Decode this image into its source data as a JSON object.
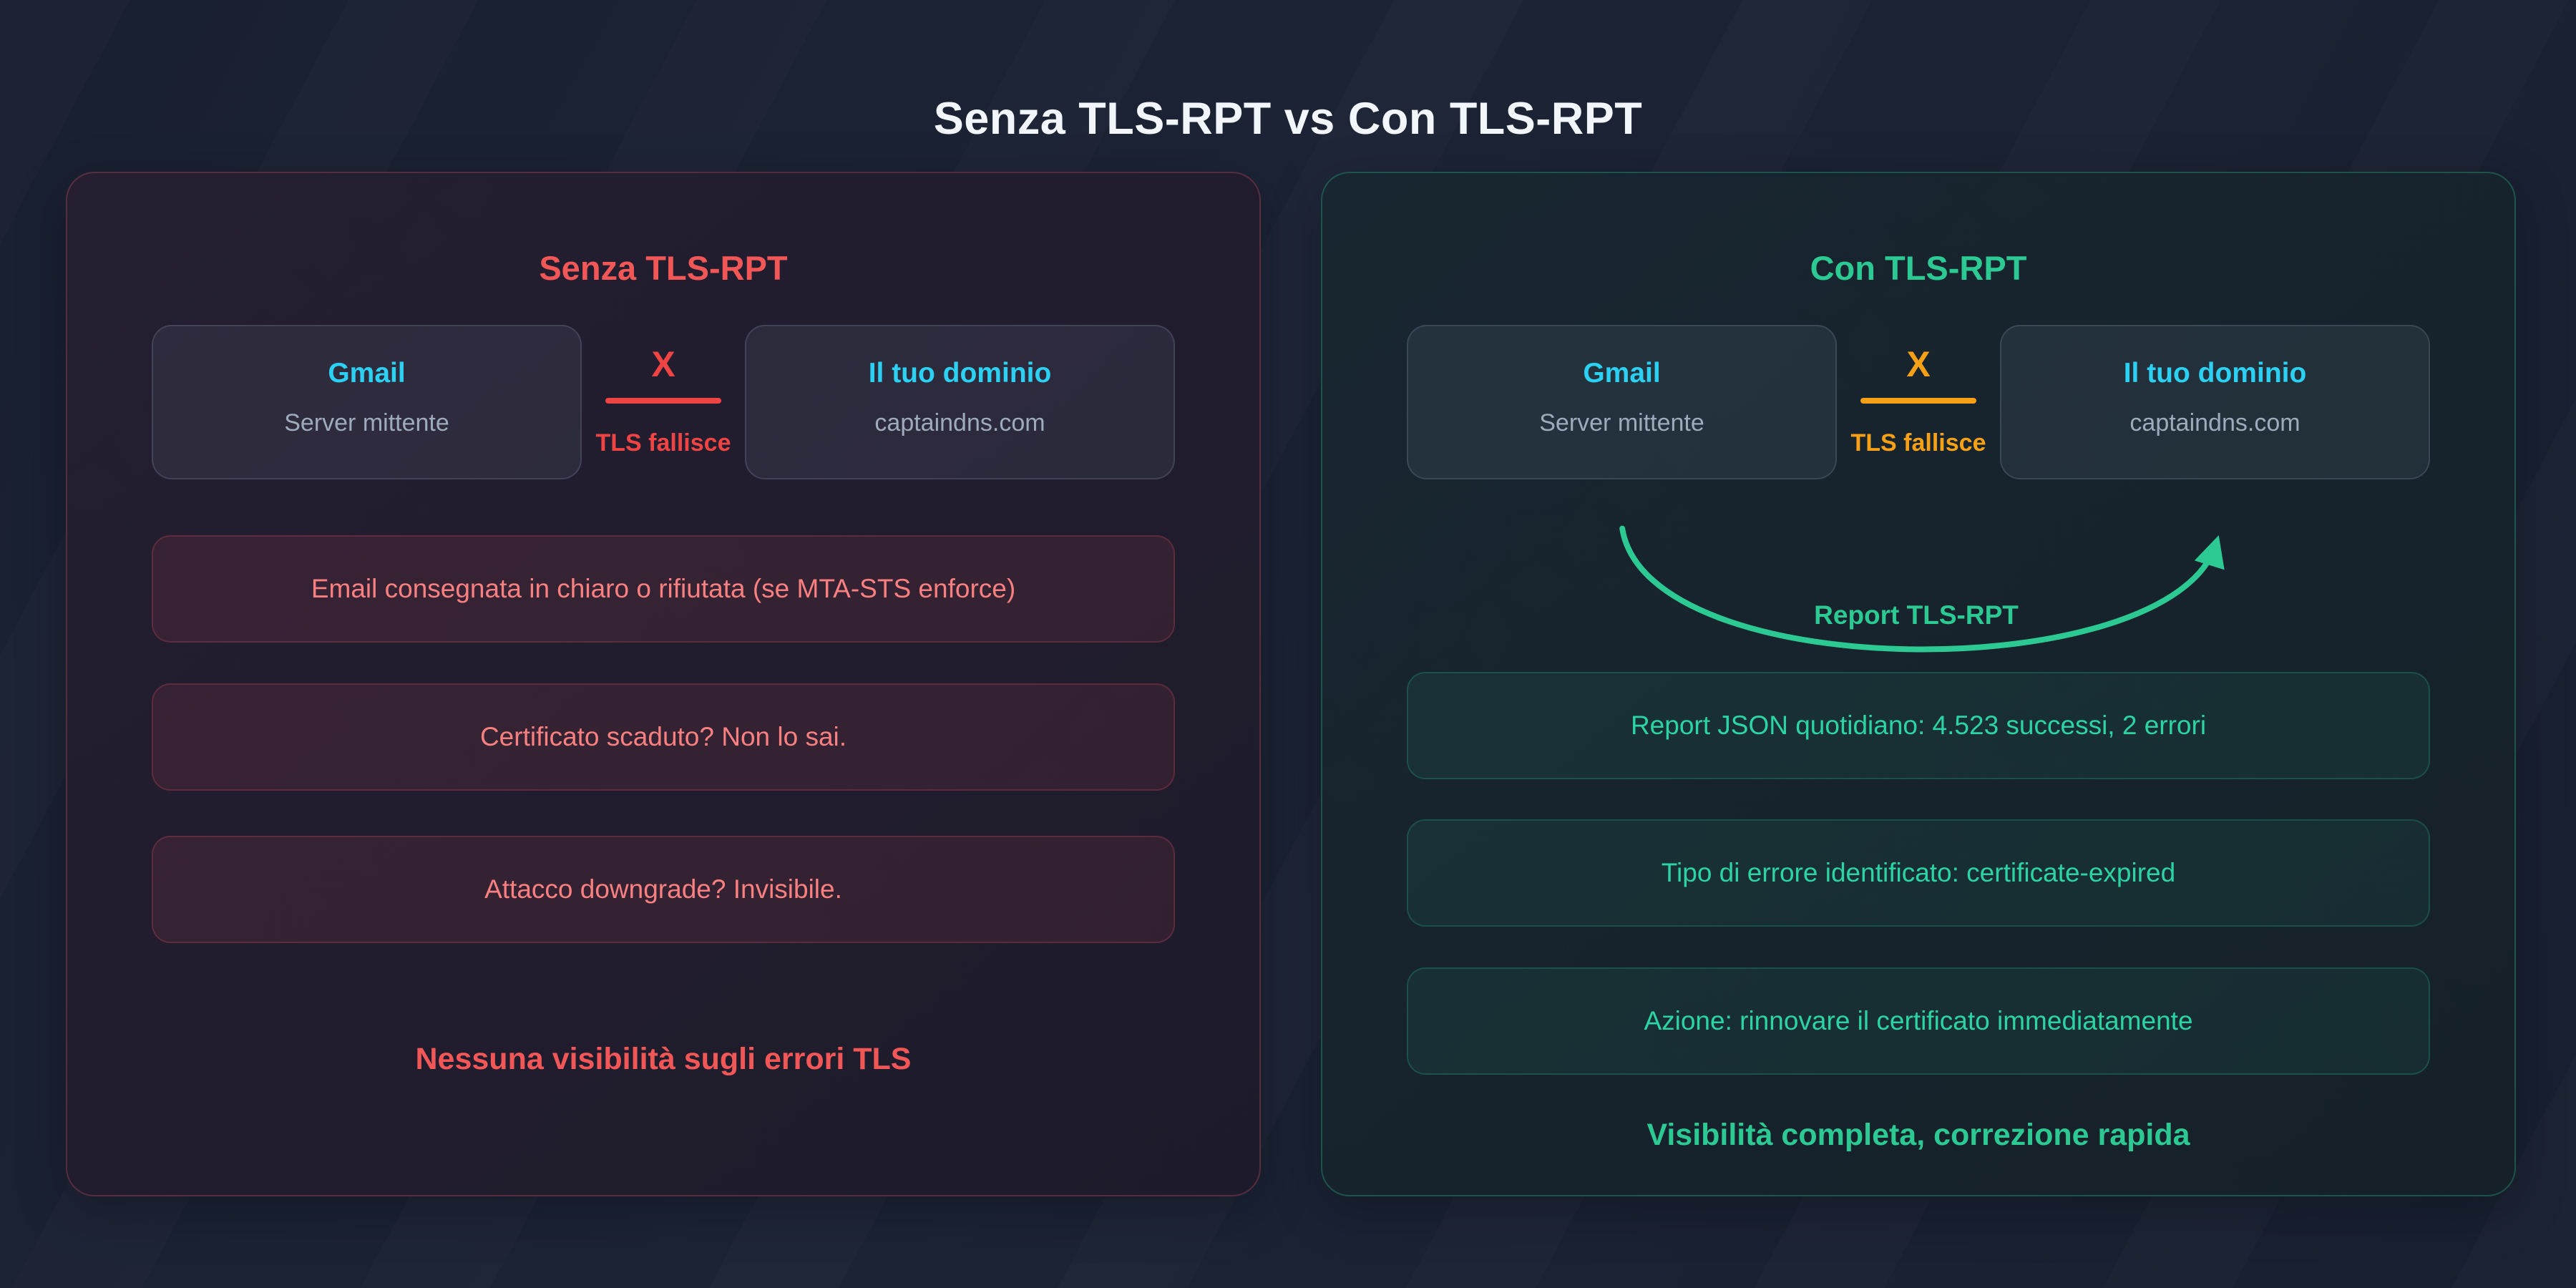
{
  "title": "Senza TLS-RPT vs Con TLS-RPT",
  "panels": {
    "without": {
      "heading": "Senza TLS-RPT",
      "sender": {
        "name": "Gmail",
        "caption": "Server mittente"
      },
      "receiver": {
        "name": "Il tuo dominio",
        "caption": "captaindns.com"
      },
      "failure": {
        "mark": "X",
        "label": "TLS fallisce"
      },
      "rows": [
        "Email consegnata in chiaro o rifiutata (se MTA-STS enforce)",
        "Certificato scaduto? Non lo sai.",
        "Attacco downgrade? Invisibile."
      ],
      "footer": "Nessuna visibilità sugli errori TLS"
    },
    "with": {
      "heading": "Con TLS-RPT",
      "sender": {
        "name": "Gmail",
        "caption": "Server mittente"
      },
      "receiver": {
        "name": "Il tuo dominio",
        "caption": "captaindns.com"
      },
      "failure": {
        "mark": "X",
        "label": "TLS fallisce"
      },
      "arrow_label": "Report TLS-RPT",
      "rows": [
        "Report JSON quotidiano: 4.523 successi, 2 errori",
        "Tipo di errore identificato: certificate-expired",
        "Azione: rinnovare il certificato immediatamente"
      ],
      "footer": "Visibilità completa, correzione rapida"
    }
  },
  "colors": {
    "background": "#1a2132",
    "title_text": "#f2f6fa",
    "red_accent": "#ef4444",
    "red_heading": "#f15757",
    "red_row_text": "#f88080",
    "green_accent": "#2cc993",
    "green_row_text": "#2dd4a3",
    "orange_accent": "#f5a017",
    "cyan_accent": "#2bd0f2",
    "gray_caption": "#9dabbc"
  }
}
